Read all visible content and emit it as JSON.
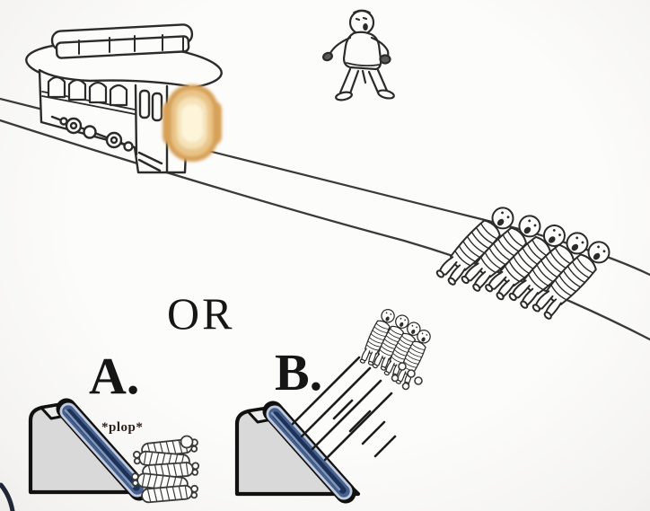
{
  "labels": {
    "or": "OR",
    "option_a": "A.",
    "option_b": "B.",
    "plop": "*plop*"
  },
  "colors": {
    "paper": "#fcfcfb",
    "ink": "#2b2b2b",
    "label_ink": "#161616",
    "rail": "#3a3a3a",
    "ramp_front": "#d9d9d9",
    "ramp_top": "#ececea",
    "ramp_outline": "#111111",
    "slide_edge": "#c2cbdc",
    "slide_mid": "#46618f",
    "slide_core": "#1e3156",
    "slide_highlight": "#8aa2c6",
    "glow_outer": "#d7a158",
    "glow_mid": "#e9c488",
    "glow_inner": "#f5e2b8",
    "glow_core": "#fdf4da",
    "hand_shade": "#5a5a5a"
  },
  "scene": {
    "elements": [
      "railroad-tracks",
      "trolley",
      "trolley-glow",
      "bystander",
      "five-people-tied-to-tracks",
      "ramp-option-a",
      "people-pile",
      "ramp-option-b",
      "speed-lines",
      "flying-people-bundle",
      "corner-mark"
    ]
  }
}
